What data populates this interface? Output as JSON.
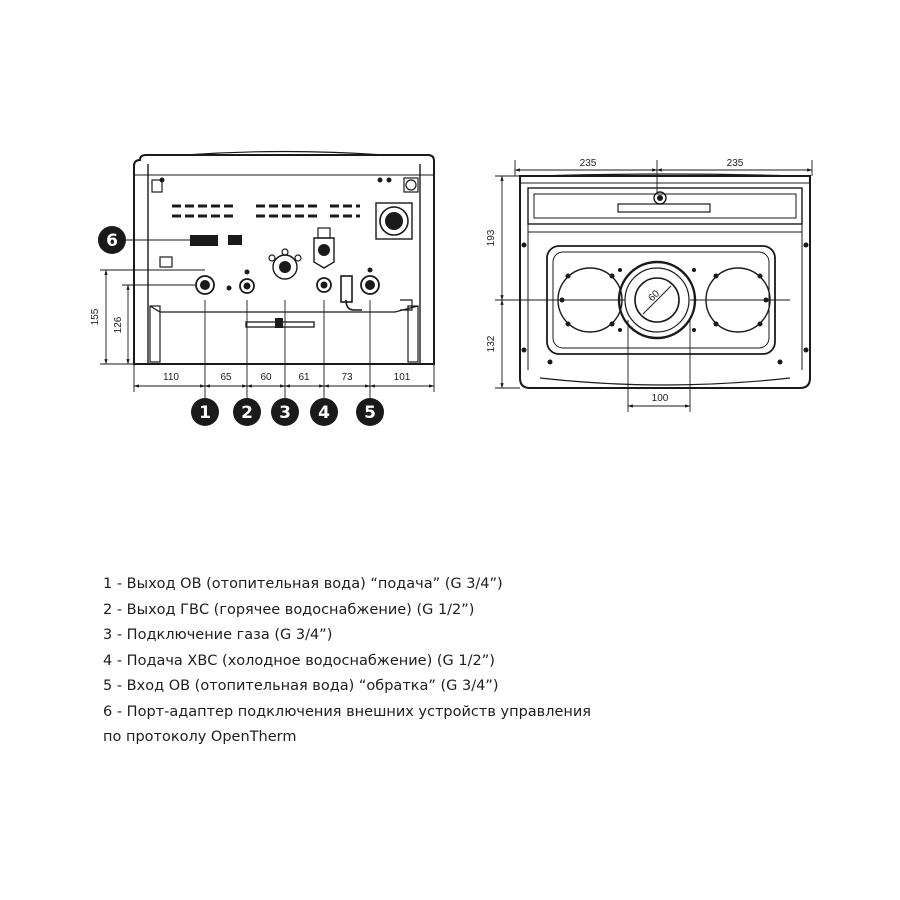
{
  "left_view": {
    "horizontal_dims": [
      "110",
      "65",
      "60",
      "61",
      "73",
      "101"
    ],
    "vertical_dims": [
      "155",
      "126"
    ],
    "callouts": [
      "1",
      "2",
      "3",
      "4",
      "5",
      "6"
    ]
  },
  "right_view": {
    "top_dims": [
      "235",
      "235"
    ],
    "left_dims": [
      "193",
      "132"
    ],
    "bottom_dim": "100",
    "flue_label": "60"
  },
  "legend": {
    "items": [
      "1 - Выход ОВ (отопительная вода) “подача” (G 3/4”)",
      "2 - Выход ГВС (горячее водоснабжение) (G 1/2”)",
      "3 - Подключение газа (G 3/4”)",
      "4 - Подача ХВС (холодное водоснабжение) (G 1/2”)",
      "5 - Вход ОВ (отопительная вода) “обратка” (G 3/4”)",
      "6 - Порт-адаптер подключения внешних устройств управления",
      "по протоколу OpenTherm"
    ]
  },
  "colors": {
    "line": "#1a1a1a",
    "callout_fill": "#1a1a1a",
    "background": "#ffffff"
  }
}
